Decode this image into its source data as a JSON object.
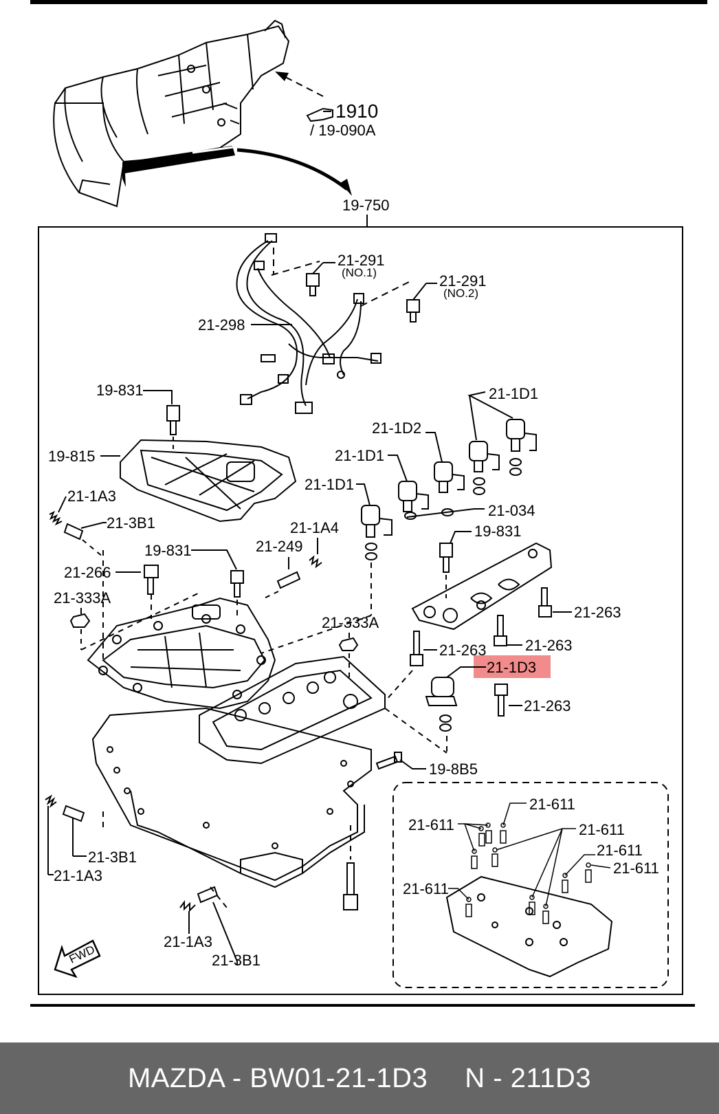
{
  "top": {
    "ref_main": "1910",
    "ref_sub": "/ 19-090A",
    "assembly": "19-750"
  },
  "labels": {
    "sensor1": "21-291",
    "sensor1_note": "(NO.1)",
    "sensor2": "21-291",
    "sensor2_note": "(NO.2)",
    "harness": "21-298",
    "bolt_top": "19-831",
    "cover": "19-815",
    "solenoid_r1": "21-1D1",
    "solenoid_d2": "21-1D2",
    "solenoid_m1": "21-1D1",
    "solenoid_l1": "21-1D1",
    "oring": "21-034",
    "bolt_right": "19-831",
    "spring_a3_top": "21-1A3",
    "pin_b1_top": "21-3B1",
    "spring_a4": "21-1A4",
    "pin_249": "21-249",
    "bolt_mid": "19-831",
    "plug_266": "21-266",
    "nut_333a_left": "21-333A",
    "nut_333a_right": "21-333A",
    "bolt_263_a": "21-263",
    "bolt_263_b": "21-263",
    "bolt_263_c": "21-263",
    "bolt_263_d": "21-263",
    "solenoid_d3": "21-1D3",
    "bolt_8b5": "19-8B5",
    "spring_b1_bottom": "21-3B1",
    "spring_a3_bottom": "21-1A3",
    "spring_a3_low": "21-1A3",
    "pin_b1_low": "21-3B1",
    "fwd": "FWD",
    "ball_1": "21-611",
    "ball_2": "21-611",
    "ball_3": "21-611",
    "ball_4": "21-611",
    "ball_5": "21-611",
    "ball_6": "21-611"
  },
  "highlight_color": "#f28b8b",
  "footer": {
    "brand_part": "MAZDA - BW01-21-1D3",
    "alt_part": "N - 211D3",
    "background": "#666666"
  }
}
